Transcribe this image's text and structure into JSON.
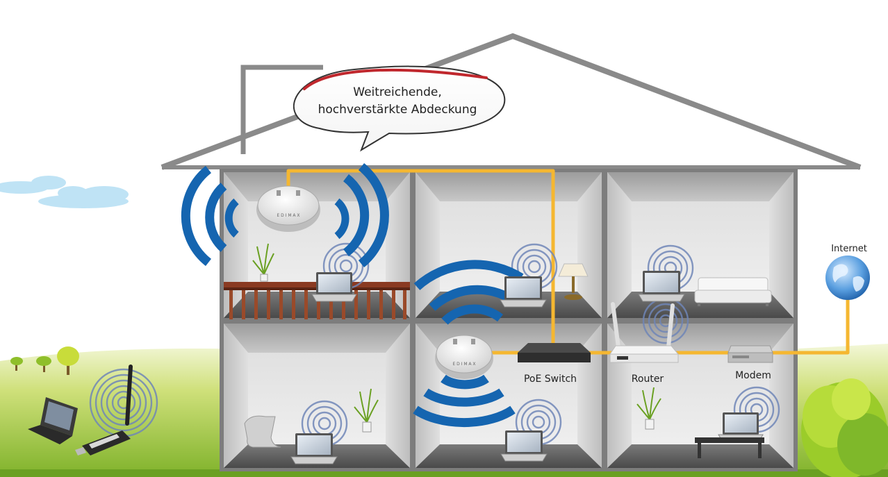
{
  "callout": {
    "line1": "Weitreichende,",
    "line2": "hochverstärkte Abdeckung"
  },
  "labels": {
    "poe_switch": "PoE Switch",
    "router": "Router",
    "modem": "Modem",
    "internet": "Internet"
  },
  "colors": {
    "cable": "#f5b731",
    "wifi": "#1565b0",
    "signal_ring": "#6f86b8",
    "house_wall": "#8a8a8a",
    "floor": "#555555",
    "grass": "#9bc33a"
  },
  "icons": {
    "access_point": "ceiling-access-point-icon",
    "laptop": "laptop-icon",
    "globe": "globe-icon",
    "usb_adapter": "usb-wifi-adapter-icon"
  }
}
